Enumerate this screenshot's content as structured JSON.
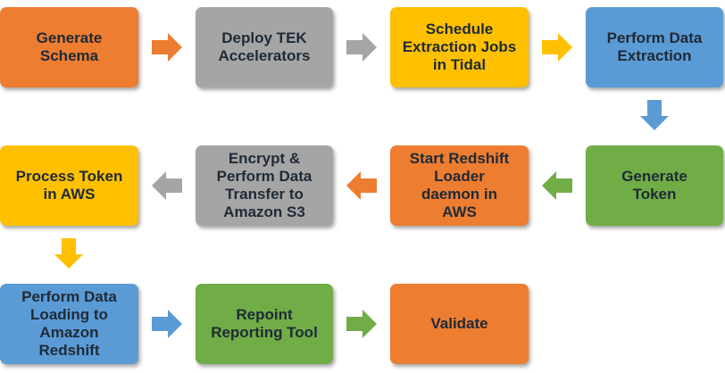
{
  "colors": {
    "orange": "#ed7d31",
    "gray": "#a5a5a5",
    "yellow": "#ffc000",
    "blue": "#5b9bd5",
    "green": "#70ad47",
    "text": "#1f2a36"
  },
  "steps": [
    {
      "label": "Generate\nSchema",
      "color": "orange"
    },
    {
      "label": "Deploy TEK\nAccelerators",
      "color": "gray"
    },
    {
      "label": "Schedule\nExtraction Jobs\nin Tidal",
      "color": "yellow"
    },
    {
      "label": "Perform Data\nExtraction",
      "color": "blue"
    },
    {
      "label": "Generate\nToken",
      "color": "green"
    },
    {
      "label": "Start Redshift\nLoader\ndaemon in\nAWS",
      "color": "orange"
    },
    {
      "label": "Encrypt &\nPerform Data\nTransfer to\nAmazon S3",
      "color": "gray"
    },
    {
      "label": "Process Token\nin AWS",
      "color": "yellow"
    },
    {
      "label": "Perform Data\nLoading to\nAmazon\nRedshift",
      "color": "blue"
    },
    {
      "label": "Repoint\nReporting Tool",
      "color": "green"
    },
    {
      "label": "Validate",
      "color": "orange"
    }
  ],
  "arrows": [
    {
      "from": "Generate Schema",
      "to": "Deploy TEK Accelerators",
      "direction": "right",
      "color": "orange"
    },
    {
      "from": "Deploy TEK Accelerators",
      "to": "Schedule Extraction Jobs in Tidal",
      "direction": "right",
      "color": "gray"
    },
    {
      "from": "Schedule Extraction Jobs in Tidal",
      "to": "Perform Data Extraction",
      "direction": "right",
      "color": "yellow"
    },
    {
      "from": "Perform Data Extraction",
      "to": "Generate Token",
      "direction": "down",
      "color": "blue"
    },
    {
      "from": "Generate Token",
      "to": "Start Redshift Loader daemon in AWS",
      "direction": "left",
      "color": "green"
    },
    {
      "from": "Start Redshift Loader daemon in AWS",
      "to": "Encrypt & Perform Data Transfer to Amazon S3",
      "direction": "left",
      "color": "orange"
    },
    {
      "from": "Encrypt & Perform Data Transfer to Amazon S3",
      "to": "Process Token in AWS",
      "direction": "left",
      "color": "gray"
    },
    {
      "from": "Process Token in AWS",
      "to": "Perform Data Loading to Amazon Redshift",
      "direction": "down",
      "color": "yellow"
    },
    {
      "from": "Perform Data Loading to Amazon Redshift",
      "to": "Repoint Reporting Tool",
      "direction": "right",
      "color": "blue"
    },
    {
      "from": "Repoint Reporting Tool",
      "to": "Validate",
      "direction": "right",
      "color": "green"
    }
  ]
}
